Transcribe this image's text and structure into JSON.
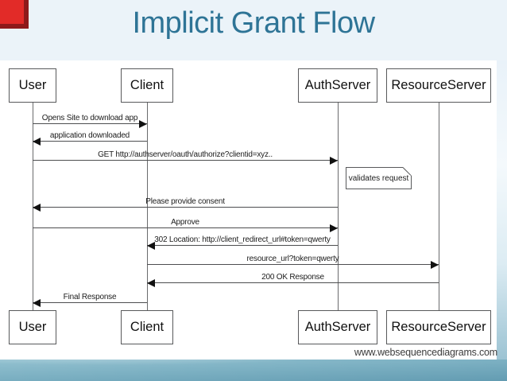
{
  "slide": {
    "title": "Implicit Grant Flow",
    "footer_url": "www.websequencediagrams.com"
  },
  "colors": {
    "title_teal": "#2e7496",
    "header_band": "#ebf3f9",
    "corner_marker_red": "#e22b28",
    "corner_marker_dark_red": "#8e1a1a",
    "bottom_bar_teal": "#6ba3b8",
    "diagram_line_gray": "#58595b"
  },
  "diagram": {
    "type": "sequence-diagram",
    "actors": [
      {
        "name": "User"
      },
      {
        "name": "Client"
      },
      {
        "name": "AuthServer"
      },
      {
        "name": "ResourceServer"
      }
    ],
    "note": {
      "attached_to": "AuthServer",
      "text": "validates request"
    },
    "messages": [
      {
        "from": "User",
        "to": "Client",
        "label": "Opens Site to download app"
      },
      {
        "from": "Client",
        "to": "User",
        "label": "application downloaded"
      },
      {
        "from": "User",
        "to": "AuthServer",
        "label": "GET http://authserver/oauth/authorize?clientid=xyz.."
      },
      {
        "from": "AuthServer",
        "to": "User",
        "label": "Please provide consent"
      },
      {
        "from": "User",
        "to": "AuthServer",
        "label": "Approve"
      },
      {
        "from": "AuthServer",
        "to": "Client",
        "label": "302 Location: http://client_redirect_url#token=qwerty"
      },
      {
        "from": "Client",
        "to": "ResourceServer",
        "label": "resource_url?token=qwerty"
      },
      {
        "from": "ResourceServer",
        "to": "Client",
        "label": "200 OK Response"
      },
      {
        "from": "Client",
        "to": "User",
        "label": "Final Response"
      }
    ]
  }
}
